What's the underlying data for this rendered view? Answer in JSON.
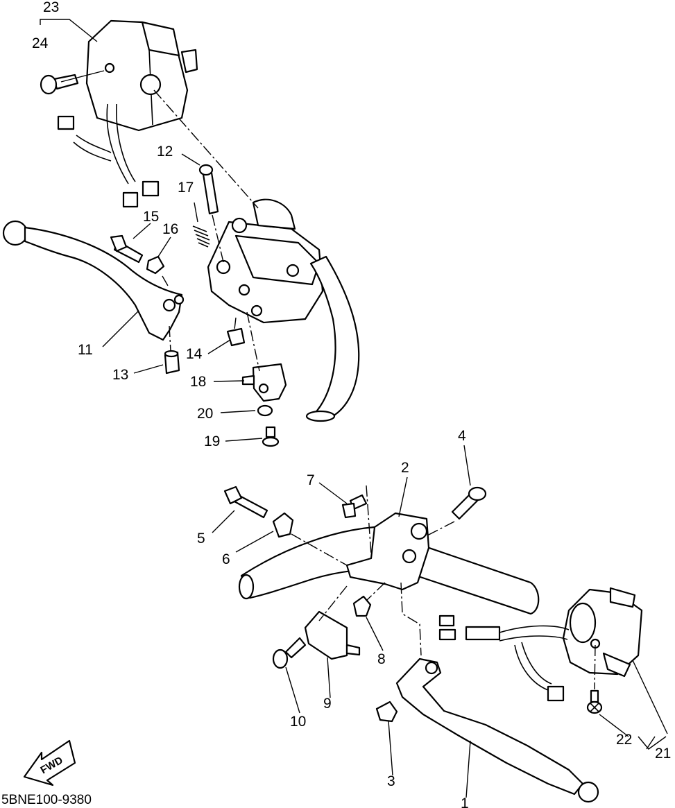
{
  "diagram_code": "5BNE100-9380",
  "fwd_label": "FWD",
  "callouts": [
    {
      "id": "c1",
      "text": "1"
    },
    {
      "id": "c2",
      "text": "2"
    },
    {
      "id": "c3",
      "text": "3"
    },
    {
      "id": "c4",
      "text": "4"
    },
    {
      "id": "c5",
      "text": "5"
    },
    {
      "id": "c6",
      "text": "6"
    },
    {
      "id": "c7",
      "text": "7"
    },
    {
      "id": "c8",
      "text": "8"
    },
    {
      "id": "c9",
      "text": "9"
    },
    {
      "id": "c10",
      "text": "10"
    },
    {
      "id": "c11",
      "text": "11"
    },
    {
      "id": "c12",
      "text": "12"
    },
    {
      "id": "c13",
      "text": "13"
    },
    {
      "id": "c14",
      "text": "14"
    },
    {
      "id": "c15",
      "text": "15"
    },
    {
      "id": "c16",
      "text": "16"
    },
    {
      "id": "c17",
      "text": "17"
    },
    {
      "id": "c18",
      "text": "18"
    },
    {
      "id": "c19",
      "text": "19"
    },
    {
      "id": "c20",
      "text": "20"
    },
    {
      "id": "c21",
      "text": "21"
    },
    {
      "id": "c22",
      "text": "22"
    },
    {
      "id": "c23",
      "text": "23"
    },
    {
      "id": "c24",
      "text": "24"
    }
  ]
}
